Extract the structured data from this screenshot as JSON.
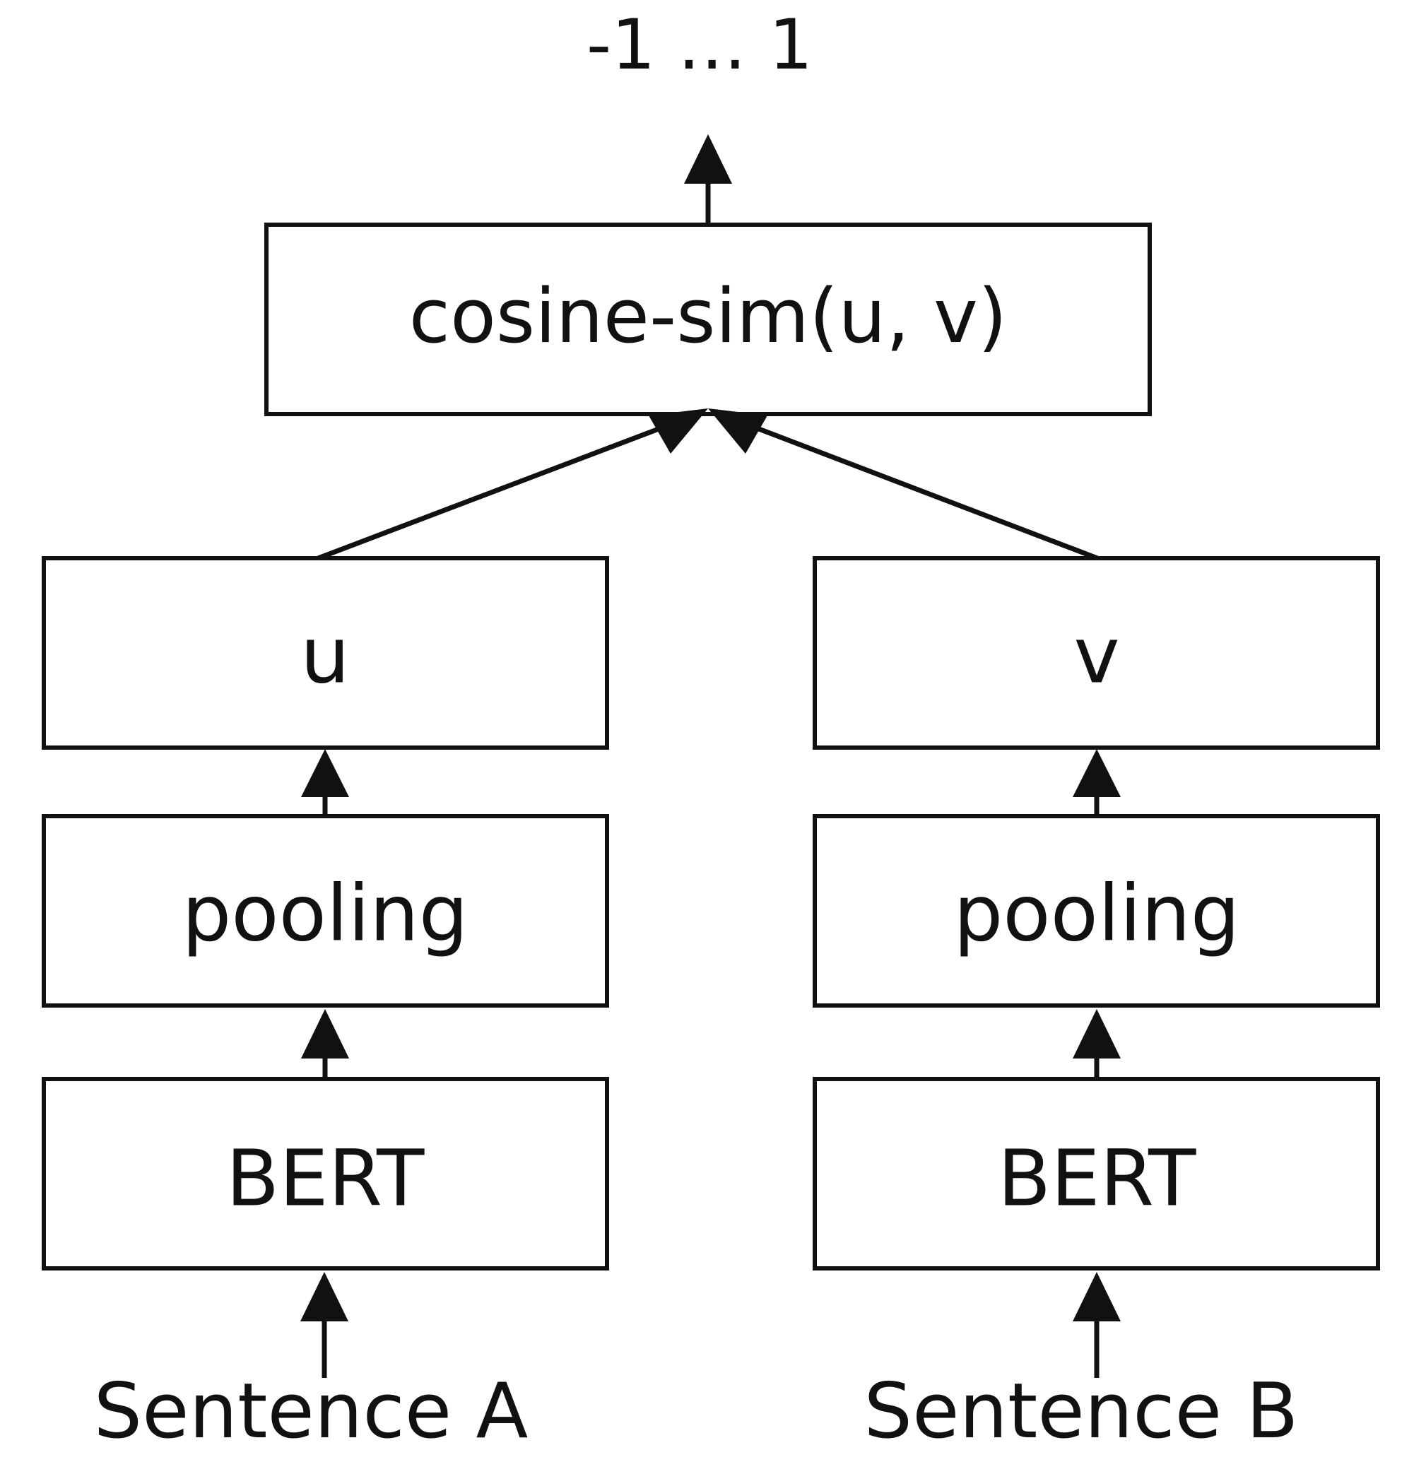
{
  "output_range": "-1 … 1",
  "top_node": {
    "label": "cosine-sim(u, v)"
  },
  "left_branch": {
    "vector": "u",
    "pooling": "pooling",
    "encoder": "BERT",
    "input": "Sentence A"
  },
  "right_branch": {
    "vector": "v",
    "pooling": "pooling",
    "encoder": "BERT",
    "input": "Sentence B"
  },
  "colors": {
    "stroke": "#111111",
    "background": "#ffffff"
  }
}
